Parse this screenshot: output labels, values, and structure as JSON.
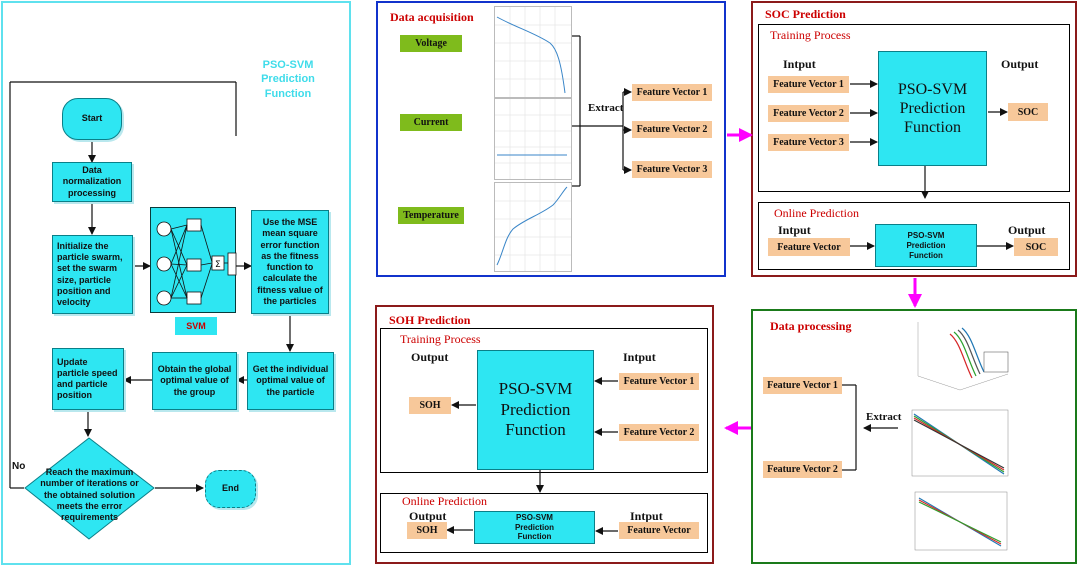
{
  "flowchart": {
    "title": "PSO-SVM Prediction Function",
    "start": "Start",
    "normalize": "Data normalization processing",
    "init": "Initialize the particle swarm, set the swarm size, particle position and velocity",
    "fitness": "Use the MSE mean square error function as the fitness function to calculate the fitness value of the particles",
    "svm_label": "SVM",
    "individual": "Get the individual optimal value of the particle",
    "global": "Obtain the global optimal value of the group",
    "update": "Update particle speed and particle position",
    "decision": "Reach the maximum number of iterations or the obtained solution meets the error requirements",
    "no_label": "No",
    "end": "End"
  },
  "data_acquisition": {
    "title": "Data acquisition",
    "signals": [
      "Voltage",
      "Current",
      "Temperature"
    ],
    "extract": "Extract",
    "features": [
      "Feature Vector 1",
      "Feature Vector 2",
      "Feature Vector 3"
    ]
  },
  "soc_prediction": {
    "title": "SOC Prediction",
    "training": "Training Process",
    "inptut": "Intput",
    "output": "Output",
    "features": [
      "Feature Vector 1",
      "Feature Vector 2",
      "Feature Vector 3"
    ],
    "model": "PSO-SVM Prediction Function",
    "result": "SOC",
    "online": "Online Prediction",
    "online_input": "Intput",
    "online_output": "Output",
    "online_feature": "Feature Vector",
    "online_model": "PSO-SVM Prediction Function",
    "online_result": "SOC"
  },
  "data_processing": {
    "title": "Data processing",
    "features": [
      "Feature Vector 1",
      "Feature Vector 2"
    ],
    "extract": "Extract"
  },
  "soh_prediction": {
    "title": "SOH Prediction",
    "training": "Training Process",
    "output": "Output",
    "inptut": "Intput",
    "result": "SOH",
    "model": "PSO-SVM Prediction Function",
    "features": [
      "Feature Vector 1",
      "Feature Vector 2"
    ],
    "online": "Online Prediction",
    "online_output": "Output",
    "online_input": "Intput",
    "online_result": "SOH",
    "online_model": "PSO-SVM Prediction Function",
    "online_feature": "Feature Vector"
  },
  "colors": {
    "cyan": "#2ee6f2",
    "feature": "#f7c89a",
    "signal": "#7fbb1c",
    "title_red": "#cc0000",
    "arrow_magenta": "#ff00ff"
  }
}
